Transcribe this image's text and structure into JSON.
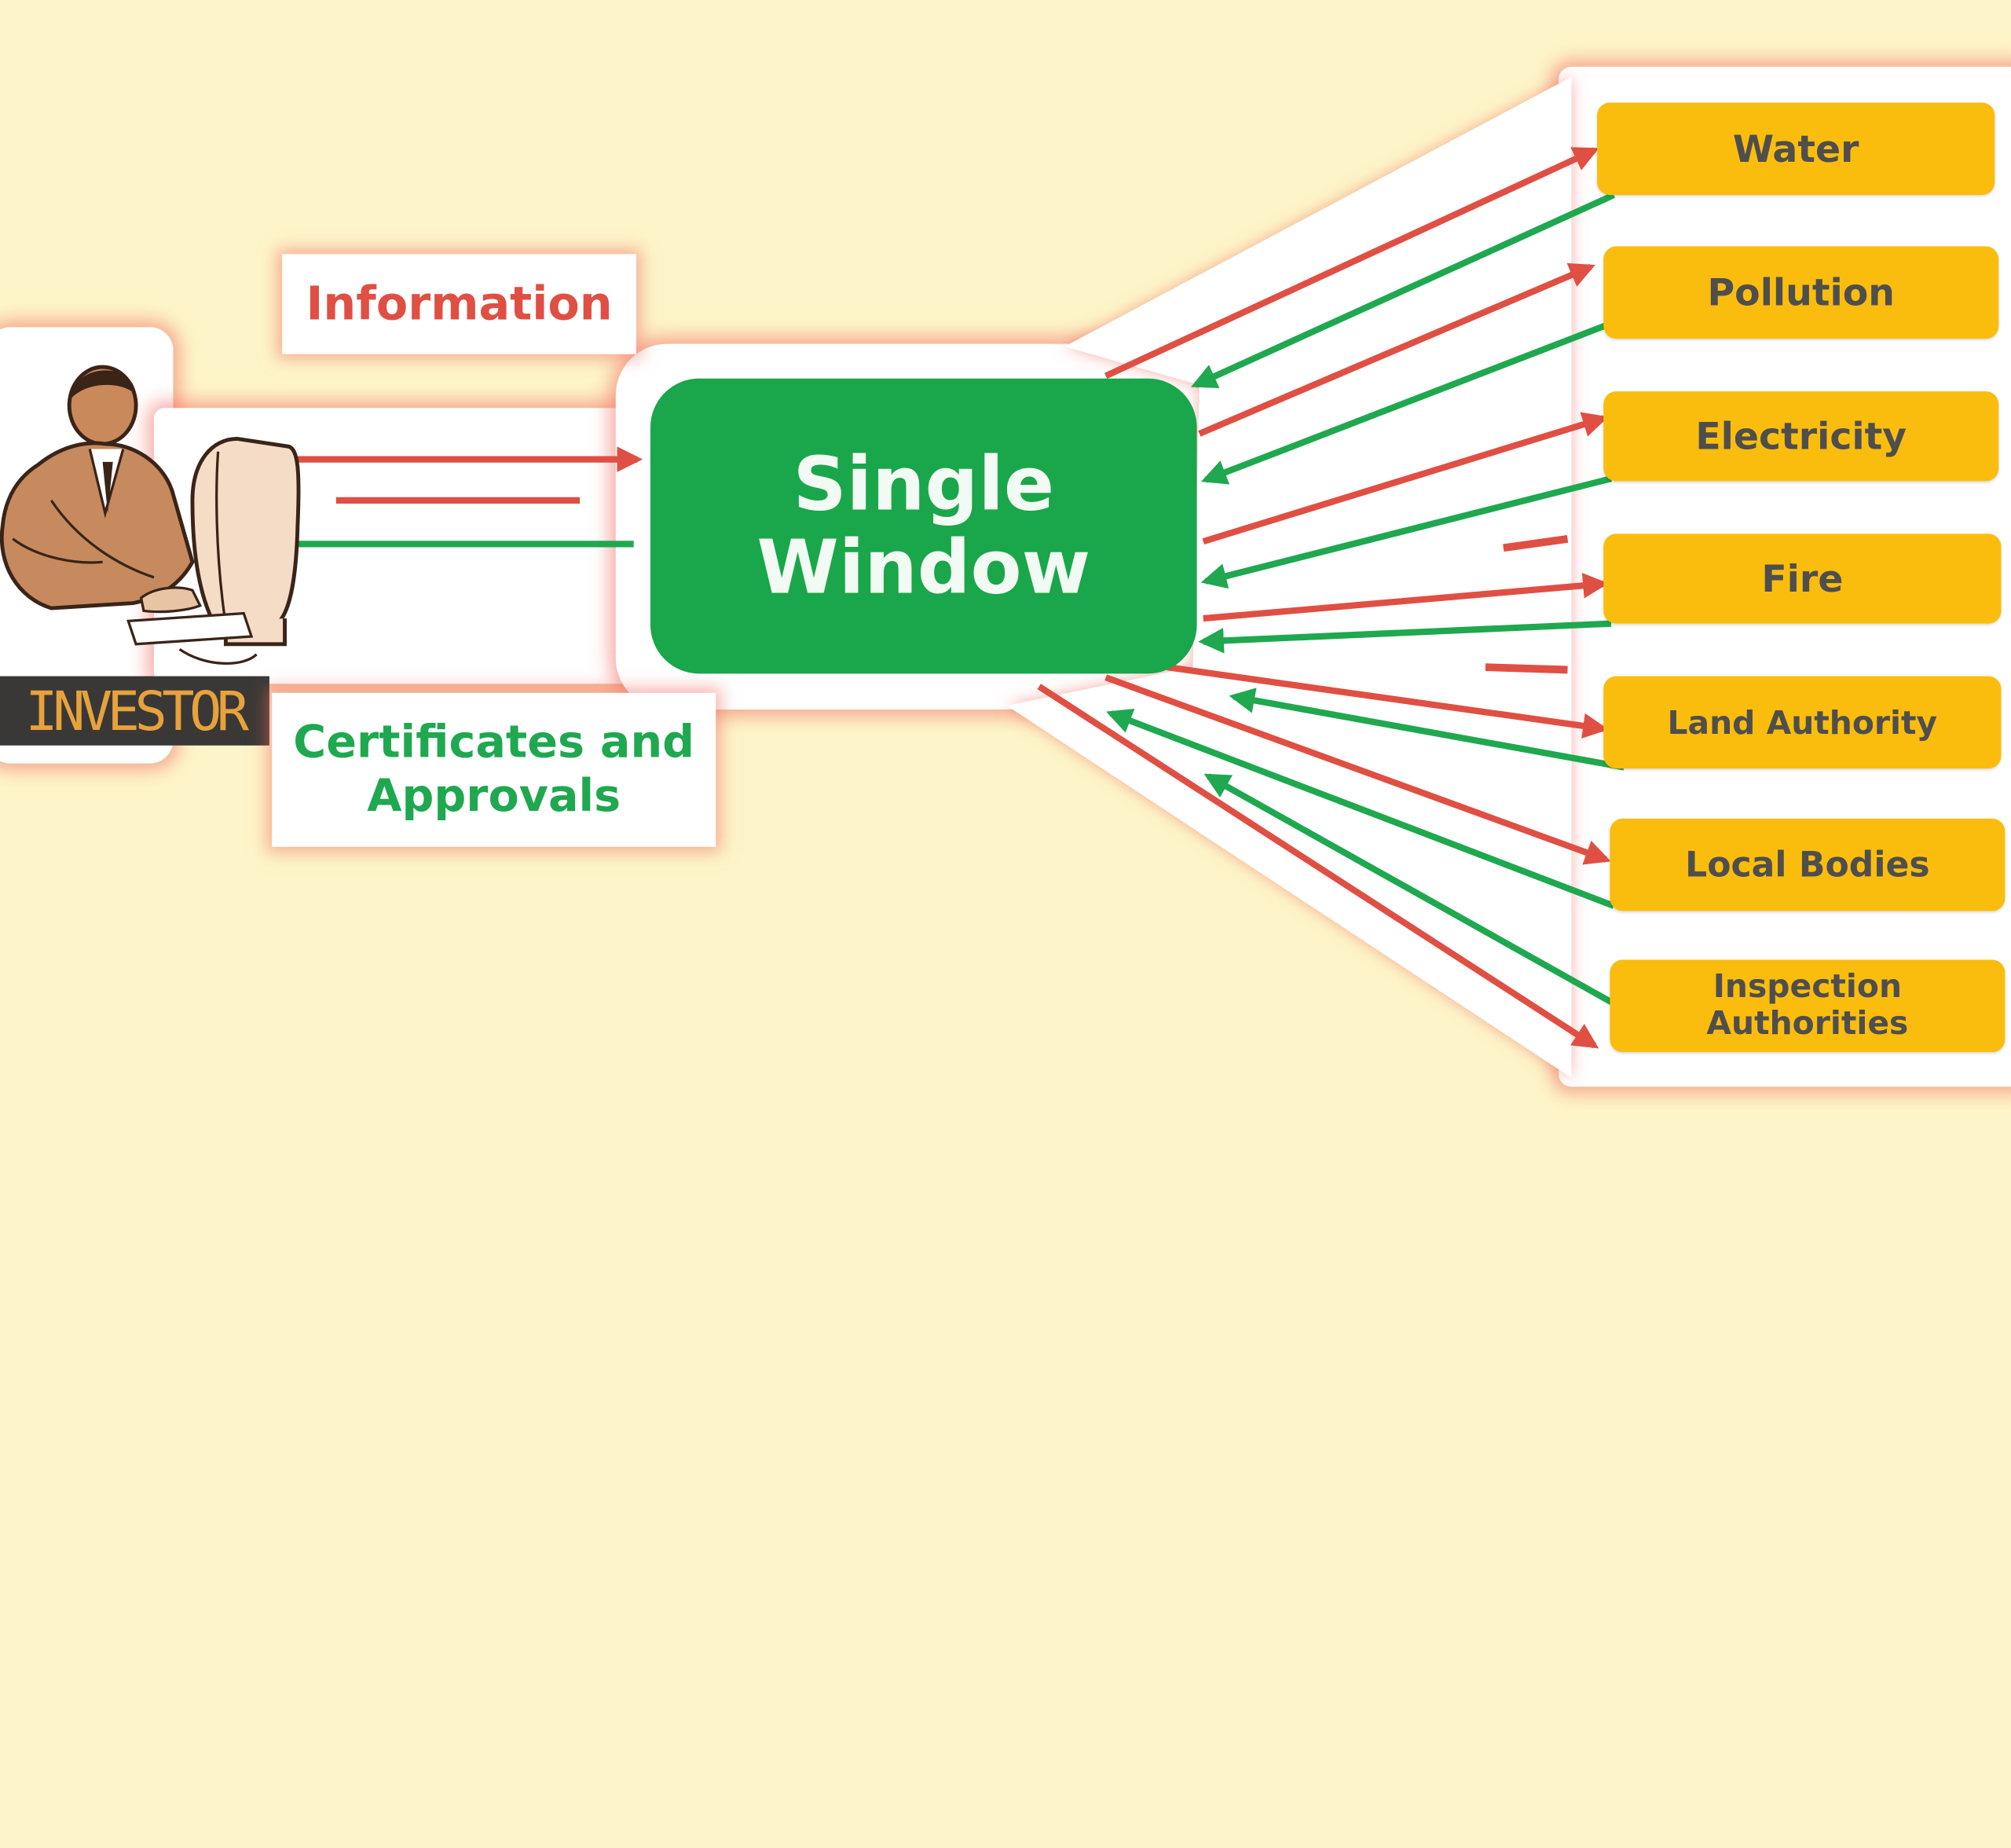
{
  "diagram": {
    "investor": "INVESTOR",
    "information": "Information",
    "certificates": "Certificates and Approvals",
    "certificates_line1": "Certificates and",
    "certificates_line2": "Approvals",
    "single_window_line1": "Single",
    "single_window_line2": "Window",
    "departments": [
      {
        "label": "Water"
      },
      {
        "label": "Pollution"
      },
      {
        "label": "Electricity"
      },
      {
        "label": "Fire"
      },
      {
        "label": "Land Authority"
      },
      {
        "label": "Local Bodies"
      },
      {
        "label": "Inspection Authorities",
        "line1": "Inspection",
        "line2": "Authorities"
      }
    ]
  },
  "colors": {
    "background": "#fdf5c9",
    "request_arrow": "#e04f43",
    "response_arrow": "#1fa84f",
    "single_window": "#1aa64a",
    "department_box": "#fbbd0d",
    "department_text": "#4e4e4e",
    "investor_badge": "#3a3836",
    "investor_text": "#e8a23c"
  }
}
